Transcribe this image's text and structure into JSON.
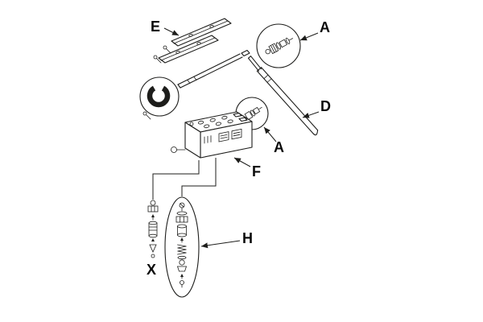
{
  "figure": {
    "type": "exploded-parts-diagram",
    "background": "#ffffff",
    "line_color": "#1d1d1b",
    "labels": {
      "e": "E",
      "a_upper": "A",
      "d": "D",
      "a_mid": "A",
      "f": "F",
      "x": "X",
      "h": "H"
    }
  }
}
